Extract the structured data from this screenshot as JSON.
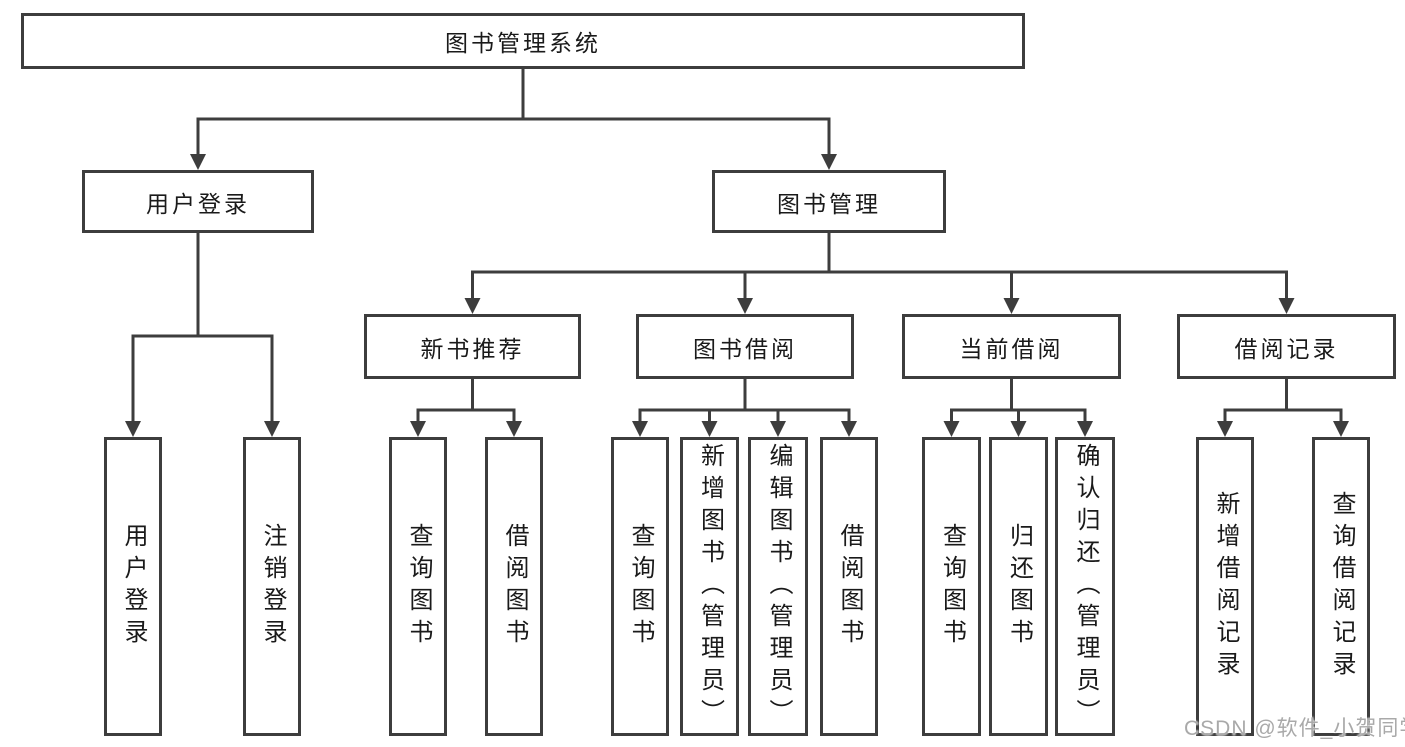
{
  "colors": {
    "line": "#3d3d3d",
    "text": "#1a1a1a",
    "background": "#ffffff",
    "watermark": "#a9a9a9"
  },
  "watermark_text": "CSDN @软件_小贺同学",
  "nodes": {
    "root": "图书管理系统",
    "user_login": "用户登录",
    "book_mgmt": "图书管理",
    "new_books": "新书推荐",
    "book_borrow": "图书借阅",
    "current_borrow": "当前借阅",
    "borrow_records": "借阅记录",
    "leaf_login": "用户登录",
    "leaf_logout": "注销登录",
    "nb_query": "查询图书",
    "nb_borrow": "借阅图书",
    "bb_query": "查询图书",
    "bb_add": "新增图书（管理员）",
    "bb_edit": "编辑图书（管理员）",
    "bb_borrow": "借阅图书",
    "cb_query": "查询图书",
    "cb_return": "归还图书",
    "cb_confirm": "确认归还（管理员）",
    "br_add": "新增借阅记录",
    "br_query": "查询借阅记录"
  }
}
